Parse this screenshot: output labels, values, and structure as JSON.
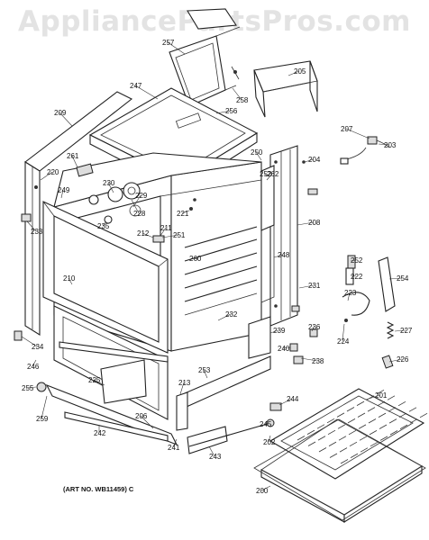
{
  "watermark": "AppliancePartsPros.com",
  "art_number": "(ART NO. WB11459) C",
  "labels": [
    "257",
    "247",
    "258",
    "205",
    "256",
    "209",
    "207",
    "203",
    "250",
    "204",
    "261",
    "252",
    "220",
    "230",
    "228",
    "262",
    "249",
    "229",
    "235",
    "221",
    "208",
    "233",
    "212",
    "211",
    "251",
    "260",
    "248",
    "252",
    "222",
    "254",
    "210",
    "231",
    "223",
    "232",
    "236",
    "227",
    "239",
    "224",
    "234",
    "240",
    "238",
    "226",
    "246",
    "253",
    "225",
    "213",
    "244",
    "255",
    "259",
    "201",
    "206",
    "242",
    "245",
    "241",
    "202",
    "243",
    "200"
  ]
}
